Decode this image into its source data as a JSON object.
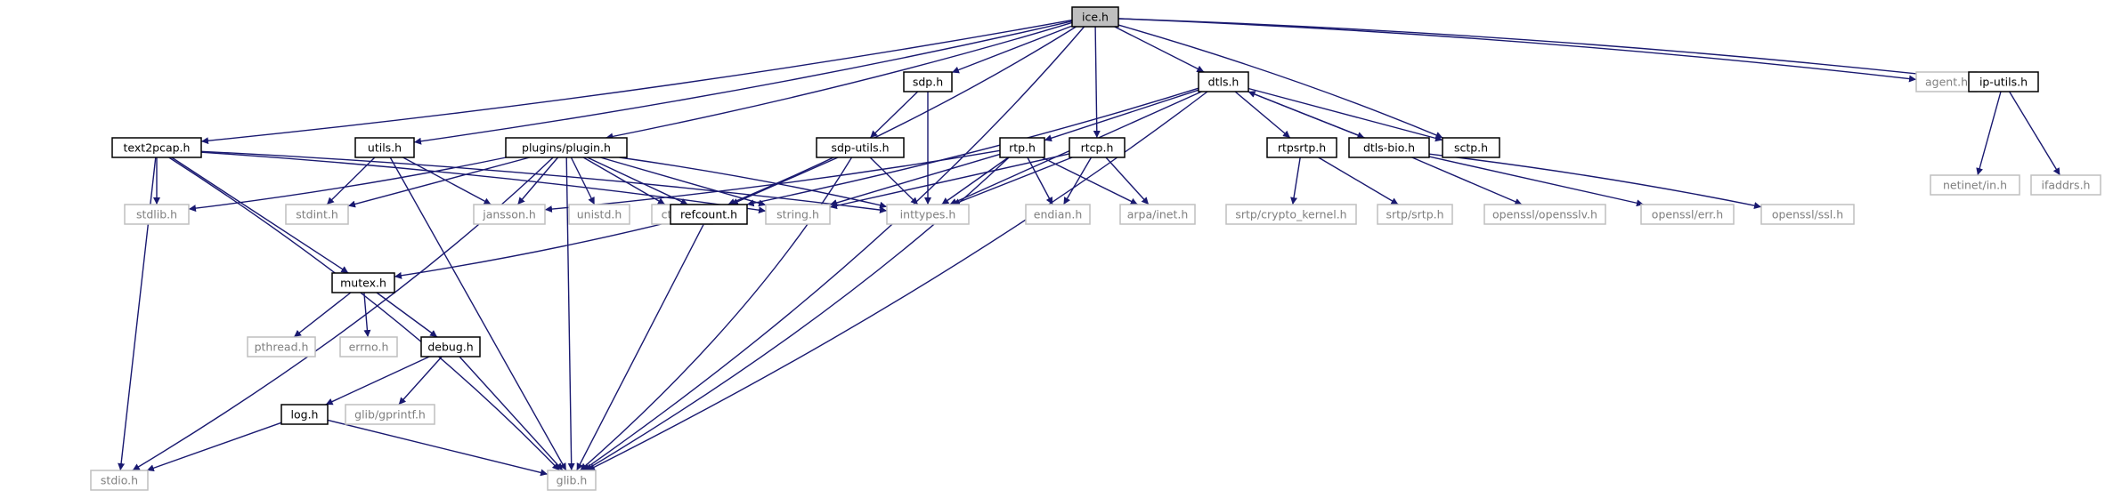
{
  "colors": {
    "edge": "#191970",
    "project_border": "#000000",
    "external_border": "#bfbfbf",
    "root_fill": "#bfbfbf",
    "node_fill": "#ffffff",
    "project_text": "#000000",
    "external_text": "#7f7f7f"
  },
  "nodes": [
    {
      "id": "ice",
      "label": "ice.h",
      "kind": "root"
    },
    {
      "id": "sdp",
      "label": "sdp.h",
      "kind": "project"
    },
    {
      "id": "dtls",
      "label": "dtls.h",
      "kind": "project"
    },
    {
      "id": "agent",
      "label": "agent.h",
      "kind": "external"
    },
    {
      "id": "iputils",
      "label": "ip-utils.h",
      "kind": "project"
    },
    {
      "id": "text2pcap",
      "label": "text2pcap.h",
      "kind": "project"
    },
    {
      "id": "utils",
      "label": "utils.h",
      "kind": "project"
    },
    {
      "id": "plugin",
      "label": "plugins/plugin.h",
      "kind": "project"
    },
    {
      "id": "sdputils",
      "label": "sdp-utils.h",
      "kind": "project"
    },
    {
      "id": "rtp",
      "label": "rtp.h",
      "kind": "project"
    },
    {
      "id": "rtcp",
      "label": "rtcp.h",
      "kind": "project"
    },
    {
      "id": "rtpsrtp",
      "label": "rtpsrtp.h",
      "kind": "project"
    },
    {
      "id": "dtlsbio",
      "label": "dtls-bio.h",
      "kind": "project"
    },
    {
      "id": "sctp",
      "label": "sctp.h",
      "kind": "project"
    },
    {
      "id": "netinet",
      "label": "netinet/in.h",
      "kind": "external"
    },
    {
      "id": "ifaddrs",
      "label": "ifaddrs.h",
      "kind": "external"
    },
    {
      "id": "stdlib",
      "label": "stdlib.h",
      "kind": "external"
    },
    {
      "id": "stdint",
      "label": "stdint.h",
      "kind": "external"
    },
    {
      "id": "jansson",
      "label": "jansson.h",
      "kind": "external"
    },
    {
      "id": "unistd",
      "label": "unistd.h",
      "kind": "external"
    },
    {
      "id": "ctype",
      "label": "ctype.h",
      "kind": "external"
    },
    {
      "id": "refcount",
      "label": "refcount.h",
      "kind": "project"
    },
    {
      "id": "string",
      "label": "string.h",
      "kind": "external"
    },
    {
      "id": "inttypes",
      "label": "inttypes.h",
      "kind": "external"
    },
    {
      "id": "endian",
      "label": "endian.h",
      "kind": "external"
    },
    {
      "id": "arpainet",
      "label": "arpa/inet.h",
      "kind": "external"
    },
    {
      "id": "srtpcrypto",
      "label": "srtp/crypto_kernel.h",
      "kind": "external"
    },
    {
      "id": "srtpsrtp",
      "label": "srtp/srtp.h",
      "kind": "external"
    },
    {
      "id": "opensslv",
      "label": "openssl/opensslv.h",
      "kind": "external"
    },
    {
      "id": "opensslerr",
      "label": "openssl/err.h",
      "kind": "external"
    },
    {
      "id": "opensslssl",
      "label": "openssl/ssl.h",
      "kind": "external"
    },
    {
      "id": "mutex",
      "label": "mutex.h",
      "kind": "project"
    },
    {
      "id": "pthread",
      "label": "pthread.h",
      "kind": "external"
    },
    {
      "id": "errno",
      "label": "errno.h",
      "kind": "external"
    },
    {
      "id": "debug",
      "label": "debug.h",
      "kind": "project"
    },
    {
      "id": "log",
      "label": "log.h",
      "kind": "project"
    },
    {
      "id": "gprintf",
      "label": "glib/gprintf.h",
      "kind": "external"
    },
    {
      "id": "stdio",
      "label": "stdio.h",
      "kind": "external"
    },
    {
      "id": "glib",
      "label": "glib.h",
      "kind": "external"
    }
  ],
  "edges": [
    [
      "ice",
      "sdp"
    ],
    [
      "ice",
      "dtls"
    ],
    [
      "ice",
      "agent"
    ],
    [
      "ice",
      "iputils"
    ],
    [
      "ice",
      "text2pcap"
    ],
    [
      "ice",
      "utils"
    ],
    [
      "ice",
      "plugin"
    ],
    [
      "ice",
      "refcount"
    ],
    [
      "ice",
      "rtcp"
    ],
    [
      "ice",
      "sctp"
    ],
    [
      "ice",
      "glib"
    ],
    [
      "sdp",
      "sdputils"
    ],
    [
      "sdp",
      "inttypes"
    ],
    [
      "sdputils",
      "refcount"
    ],
    [
      "sdputils",
      "inttypes"
    ],
    [
      "sdputils",
      "glib"
    ],
    [
      "dtls",
      "rtp"
    ],
    [
      "dtls",
      "rtpsrtp"
    ],
    [
      "dtls",
      "dtlsbio"
    ],
    [
      "dtls",
      "sctp"
    ],
    [
      "dtls",
      "refcount"
    ],
    [
      "dtls",
      "inttypes"
    ],
    [
      "dtls",
      "glib"
    ],
    [
      "dtlsbio",
      "dtls"
    ],
    [
      "dtlsbio",
      "opensslv"
    ],
    [
      "dtlsbio",
      "opensslerr"
    ],
    [
      "dtlsbio",
      "opensslssl"
    ],
    [
      "rtpsrtp",
      "srtpcrypto"
    ],
    [
      "rtpsrtp",
      "srtpsrtp"
    ],
    [
      "iputils",
      "netinet"
    ],
    [
      "iputils",
      "ifaddrs"
    ],
    [
      "text2pcap",
      "stdlib"
    ],
    [
      "text2pcap",
      "string"
    ],
    [
      "text2pcap",
      "inttypes"
    ],
    [
      "text2pcap",
      "mutex"
    ],
    [
      "text2pcap",
      "stdio"
    ],
    [
      "text2pcap",
      "glib"
    ],
    [
      "utils",
      "stdint"
    ],
    [
      "utils",
      "jansson"
    ],
    [
      "utils",
      "glib"
    ],
    [
      "plugin",
      "stdlib"
    ],
    [
      "plugin",
      "stdint"
    ],
    [
      "plugin",
      "jansson"
    ],
    [
      "plugin",
      "unistd"
    ],
    [
      "plugin",
      "ctype"
    ],
    [
      "plugin",
      "refcount"
    ],
    [
      "plugin",
      "string"
    ],
    [
      "plugin",
      "inttypes"
    ],
    [
      "plugin",
      "stdio"
    ],
    [
      "plugin",
      "glib"
    ],
    [
      "rtp",
      "string"
    ],
    [
      "rtp",
      "inttypes"
    ],
    [
      "rtp",
      "endian"
    ],
    [
      "rtp",
      "arpainet"
    ],
    [
      "rtp",
      "jansson"
    ],
    [
      "rtp",
      "glib"
    ],
    [
      "rtcp",
      "string"
    ],
    [
      "rtcp",
      "inttypes"
    ],
    [
      "rtcp",
      "endian"
    ],
    [
      "rtcp",
      "arpainet"
    ],
    [
      "refcount",
      "mutex"
    ],
    [
      "refcount",
      "glib"
    ],
    [
      "mutex",
      "pthread"
    ],
    [
      "mutex",
      "errno"
    ],
    [
      "mutex",
      "debug"
    ],
    [
      "debug",
      "log"
    ],
    [
      "debug",
      "gprintf"
    ],
    [
      "debug",
      "glib"
    ],
    [
      "log",
      "stdio"
    ],
    [
      "log",
      "glib"
    ]
  ]
}
